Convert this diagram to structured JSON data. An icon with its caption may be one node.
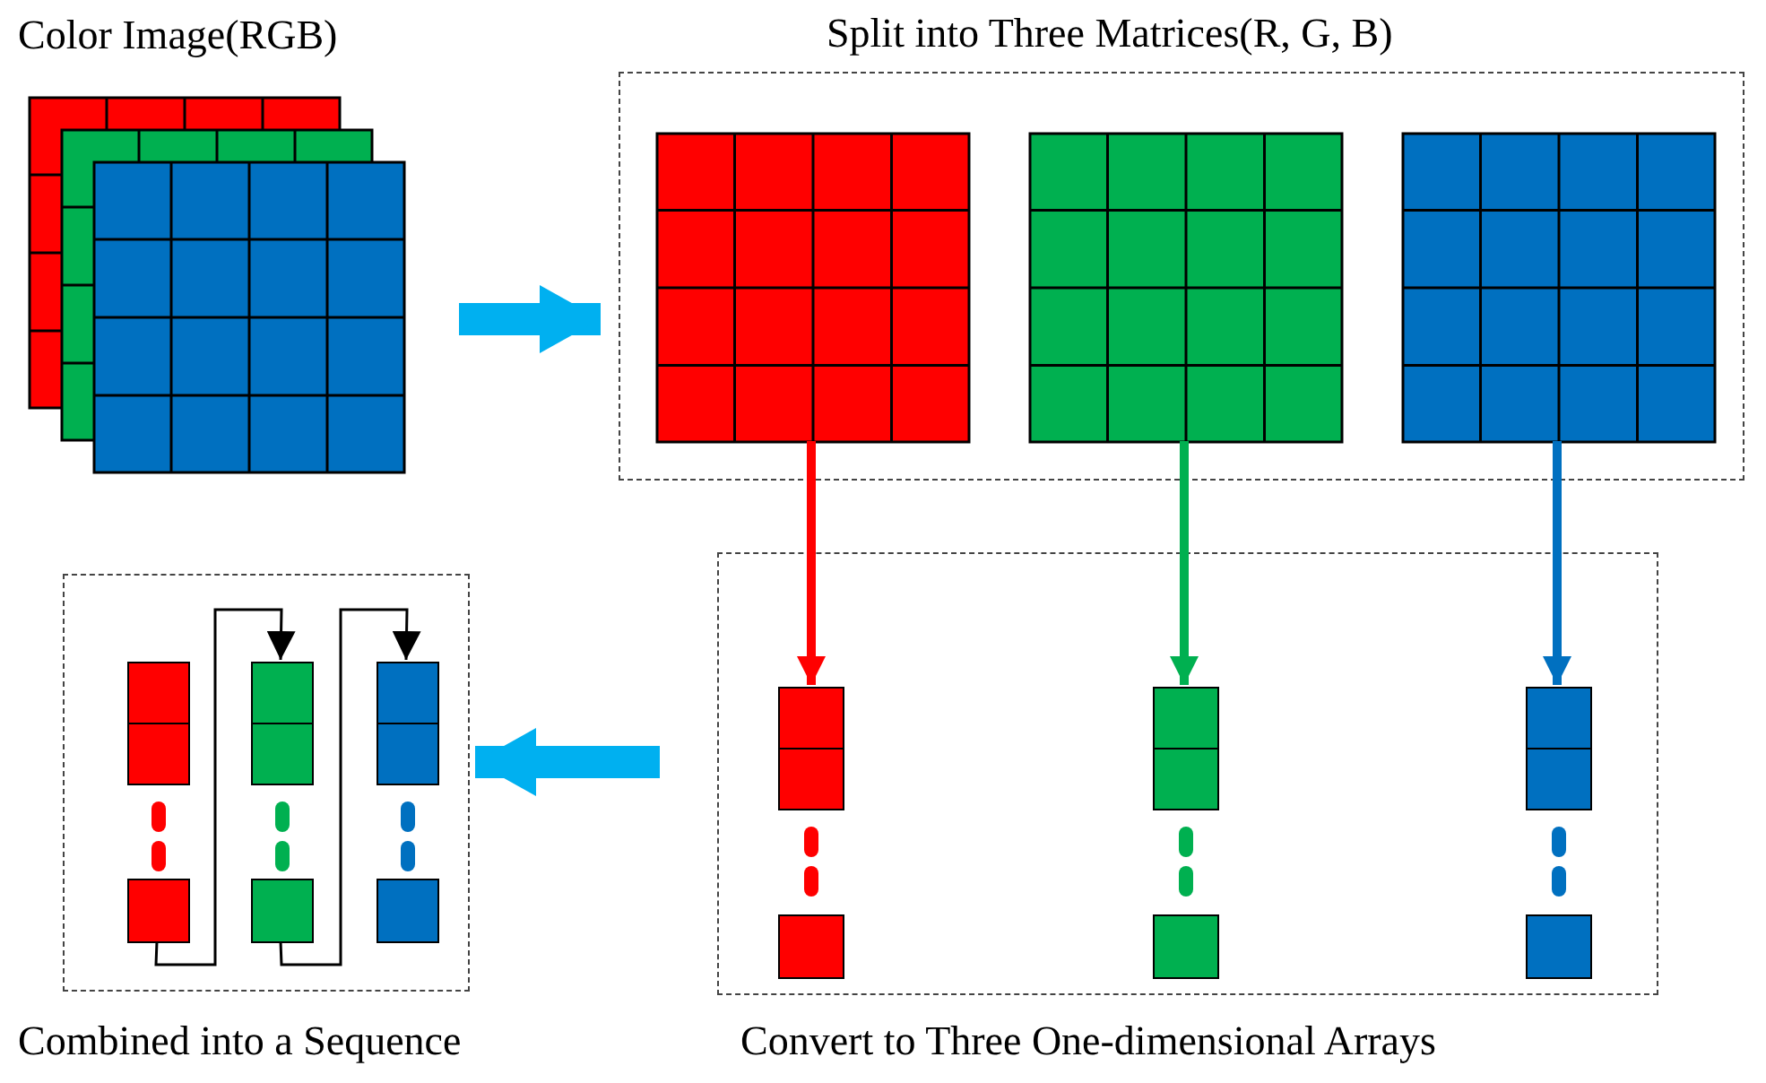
{
  "diagram": {
    "nodes": [
      {
        "text": [
          "Color Image(RGB)"
        ]
      },
      {
        "text": [
          "Split into Three Matrices(R, G, B)"
        ]
      },
      {
        "text": [],
        "shape": "box",
        "in": 1
      },
      {
        "text": [],
        "shape": "box",
        "in": 1
      },
      {
        "text": [],
        "shape": "box",
        "in": 1
      },
      {
        "text": [
          "Convert to Three One-dimensional Arrays"
        ]
      },
      {
        "text": [],
        "shape": "bar",
        "in": 5
      },
      {
        "text": [],
        "shape": "bar",
        "in": 5
      },
      {
        "text": [],
        "shape": "bar",
        "in": 5
      },
      {
        "text": [
          "Combined into a Sequence"
        ]
      },
      {
        "text": [],
        "shape": "bar",
        "in": 9
      },
      {
        "text": [],
        "shape": "bar",
        "in": 9
      },
      {
        "text": [],
        "shape": "bar",
        "in": 9
      }
    ],
    "edges": [
      {
        "from": 0,
        "to": 1,
        "arrow": "to",
        "style": "thick",
        "color": "#00b0f0"
      },
      {
        "from": 2,
        "to": 6,
        "arrow": "to",
        "color": "#ff0000"
      },
      {
        "from": 3,
        "to": 7,
        "arrow": "to",
        "color": "#00b050"
      },
      {
        "from": 4,
        "to": 8,
        "arrow": "to",
        "color": "#0070c0"
      },
      {
        "from": 5,
        "to": 9,
        "arrow": "to",
        "style": "thick",
        "color": "#00b0f0"
      },
      {
        "from": 10,
        "to": 11,
        "arrow": "to",
        "color": "#000000"
      },
      {
        "from": 11,
        "to": 12,
        "arrow": "to",
        "color": "#000000"
      }
    ]
  }
}
